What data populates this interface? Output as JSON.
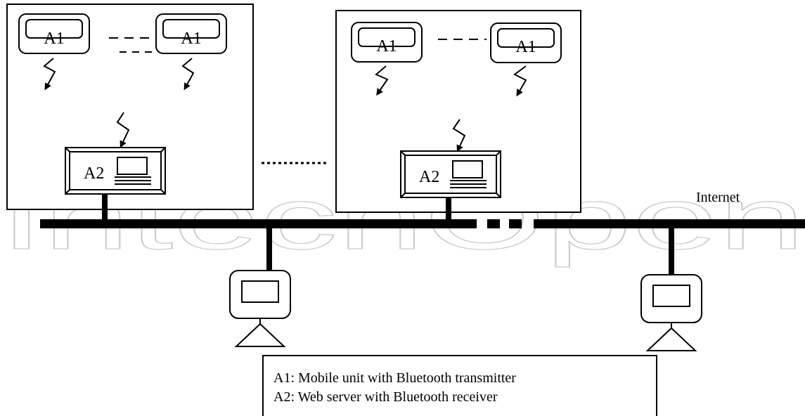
{
  "colors": {
    "line": "#000000",
    "background": "#ffffff",
    "watermark": "#c9c9c9"
  },
  "watermark": {
    "text": "IntechOpen"
  },
  "network": {
    "label": "Internet"
  },
  "site_left": {
    "unit_a_label": "A1",
    "unit_b_label": "A1",
    "server_label": "A2"
  },
  "site_right": {
    "unit_a_label": "A1",
    "unit_b_label": "A1",
    "server_label": "A2"
  },
  "legend": {
    "line1": "A1: Mobile unit with Bluetooth transmitter",
    "line2": "A2: Web server with Bluetooth receiver"
  },
  "icons": [
    "lightning-signal-icon",
    "computer-terminal-icon",
    "server-icon"
  ]
}
